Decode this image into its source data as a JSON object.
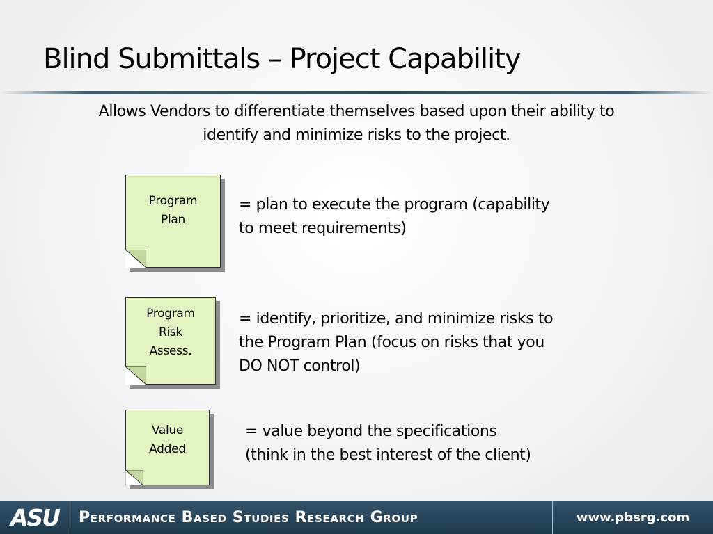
{
  "slide": {
    "title": "Blind Submittals – Project Capability",
    "subtitle": "Allows Vendors to differentiate themselves based upon their ability to\nidentify and minimize risks to the project."
  },
  "items": [
    {
      "label": "Program\nPlan",
      "description": "= plan to execute the program (capability\nto meet requirements)"
    },
    {
      "label": "Program\nRisk\nAssess.",
      "description": "= identify, prioritize, and minimize risks to\nthe Program Plan (focus on risks that you\nDO NOT control)"
    },
    {
      "label": "Value\nAdded",
      "description": "= value beyond the specifications\n(think in the best interest of the client)"
    }
  ],
  "footer": {
    "logo_text": "ASU",
    "organization": "Performance Based Studies Research Group",
    "url": "www.pbsrg.com"
  },
  "colors": {
    "note_fill": "#e4f3c2",
    "footer_bar": "#2a4659"
  }
}
